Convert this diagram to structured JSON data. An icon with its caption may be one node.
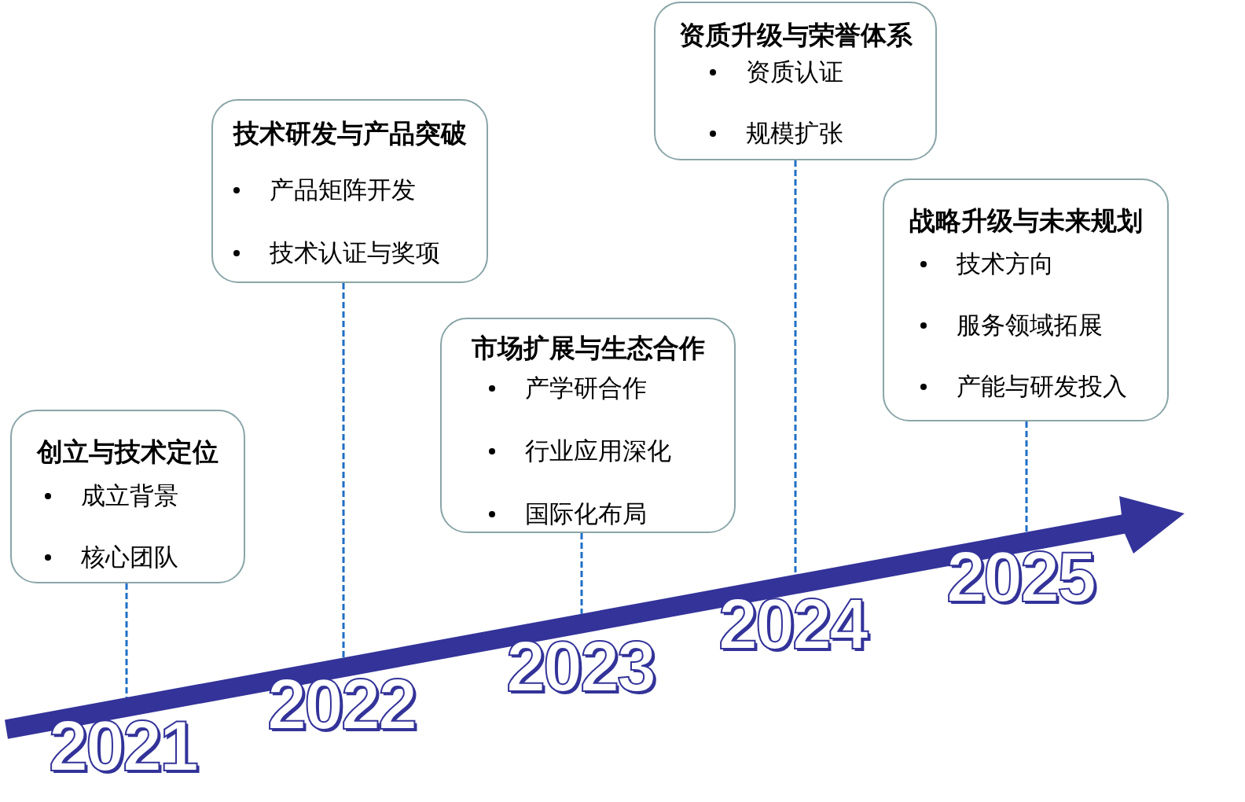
{
  "diagram": {
    "nodes": [
      {
        "text": [
          "创立与技术定位",
          "成立背景",
          "核心团队"
        ]
      },
      {
        "text": [
          "技术研发与产品突破",
          "产品矩阵开发",
          "技术认证与奖项"
        ]
      },
      {
        "text": [
          "市场扩展与生态合作",
          "产学研合作",
          "行业应用深化",
          "国际化布局"
        ]
      },
      {
        "text": [
          "资质升级与荣誉体系",
          "资质认证",
          "规模扩张"
        ]
      },
      {
        "text": [
          "战略升级与未来规划",
          "技术方向",
          "服务领域拓展",
          "产能与研发投入"
        ]
      },
      {
        "text": [],
        "shape": "arrow"
      }
    ],
    "edges": [
      {
        "from": 0,
        "to": 5,
        "arrow": "none",
        "style": "dashed"
      },
      {
        "from": 1,
        "to": 5,
        "arrow": "none",
        "style": "dashed"
      },
      {
        "from": 2,
        "to": 5,
        "arrow": "none",
        "style": "dashed"
      },
      {
        "from": 3,
        "to": 5,
        "arrow": "none",
        "style": "dashed"
      },
      {
        "from": 4,
        "to": 5,
        "arrow": "none",
        "style": "dashed"
      }
    ],
    "labels": [
      "2021",
      "2022",
      "2023",
      "2024",
      "2025"
    ]
  }
}
